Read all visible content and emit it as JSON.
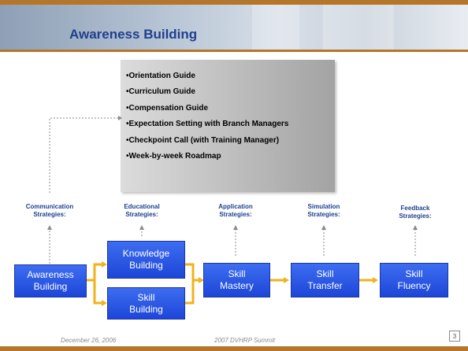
{
  "slide": {
    "title": "Awareness Building",
    "callout_items": [
      "Orientation Guide",
      "Curriculum Guide",
      "Compensation Guide",
      "Expectation Setting with Branch Managers",
      "Checkpoint Call (with Training Manager)",
      "Week-by-week Roadmap"
    ],
    "strategies": [
      [
        "Communication",
        "Strategies:"
      ],
      [
        "Educational",
        "Strategies:"
      ],
      [
        "Application",
        "Strategies:"
      ],
      [
        "Simulation",
        "Strategies:"
      ],
      [
        "Feedback",
        "Strategies:"
      ]
    ],
    "stages": {
      "awareness": [
        "Awareness",
        "Building"
      ],
      "knowledge": [
        "Knowledge",
        "Building"
      ],
      "skill_building": [
        "Skill",
        "Building"
      ],
      "skill_mastery": [
        "Skill",
        "Mastery"
      ],
      "skill_transfer": [
        "Skill",
        "Transfer"
      ],
      "skill_fluency": [
        "Skill",
        "Fluency"
      ]
    },
    "footer": {
      "date": "December 26, 2006",
      "event": "2007 DVHRP Summit",
      "page": "3"
    },
    "colors": {
      "accent": "#b5762c",
      "title": "#1f3f8f",
      "stage_fill": "#2f5be6",
      "arrow": "#f2b21c"
    }
  }
}
